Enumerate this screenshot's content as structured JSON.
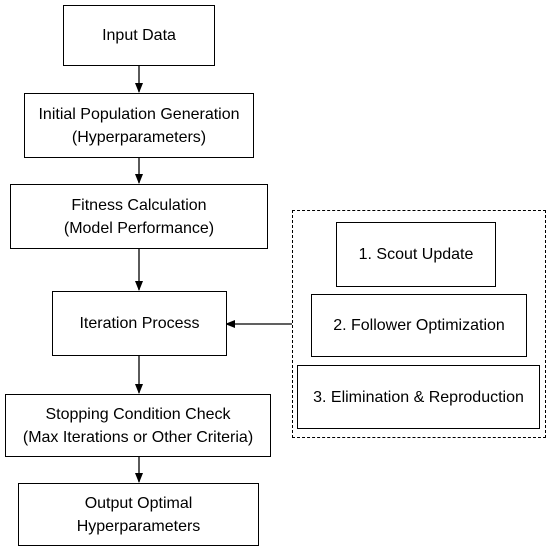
{
  "flow": {
    "input": {
      "label": "Input Data"
    },
    "init": {
      "line1": "Initial Population Generation",
      "line2": "(Hyperparameters)"
    },
    "fitness": {
      "line1": "Fitness Calculation",
      "line2": "(Model Performance)"
    },
    "iteration": {
      "label": "Iteration Process"
    },
    "stopping": {
      "line1": "Stopping Condition Check",
      "line2": "(Max Iterations or Other Criteria)"
    },
    "output": {
      "line1": "Output Optimal",
      "line2": "Hyperparameters"
    }
  },
  "steps": {
    "scout": {
      "label": "1. Scout Update"
    },
    "follower": {
      "label": "2. Follower Optimization"
    },
    "elimination": {
      "label": "3. Elimination & Reproduction"
    }
  }
}
